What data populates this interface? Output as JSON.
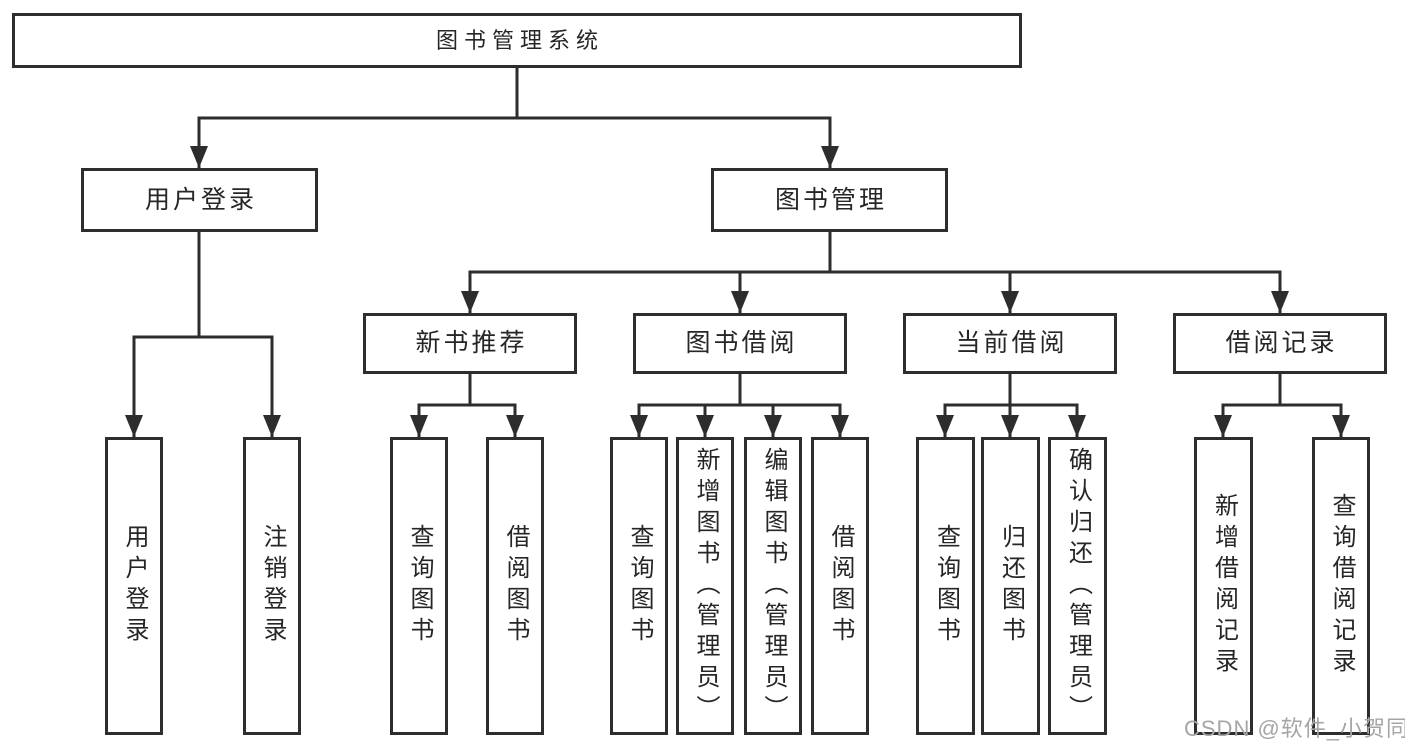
{
  "diagram": {
    "title_node": {
      "label": "图书管理系统"
    },
    "level2": [
      {
        "label": "用户登录"
      },
      {
        "label": "图书管理"
      }
    ],
    "level3": [
      {
        "label": "新书推荐"
      },
      {
        "label": "图书借阅"
      },
      {
        "label": "当前借阅"
      },
      {
        "label": "借阅记录"
      }
    ],
    "leaves": {
      "user_login": [
        "用户登录",
        "注销登录"
      ],
      "new_books": [
        "查询图书",
        "借阅图书"
      ],
      "book_borrow": [
        "查询图书",
        "新增图书（管理员）",
        "编辑图书（管理员）",
        "借阅图书"
      ],
      "current_borrow": [
        "查询图书",
        "归还图书",
        "确认归还（管理员）"
      ],
      "borrow_records": [
        "新增借阅记录",
        "查询借阅记录"
      ]
    },
    "colors": {
      "line": "#2d2d2d",
      "text": "#262626",
      "background": "#ffffff",
      "watermark": "#a5a5a5"
    }
  },
  "watermark": {
    "text": "CSDN @软件_小贺同学"
  }
}
